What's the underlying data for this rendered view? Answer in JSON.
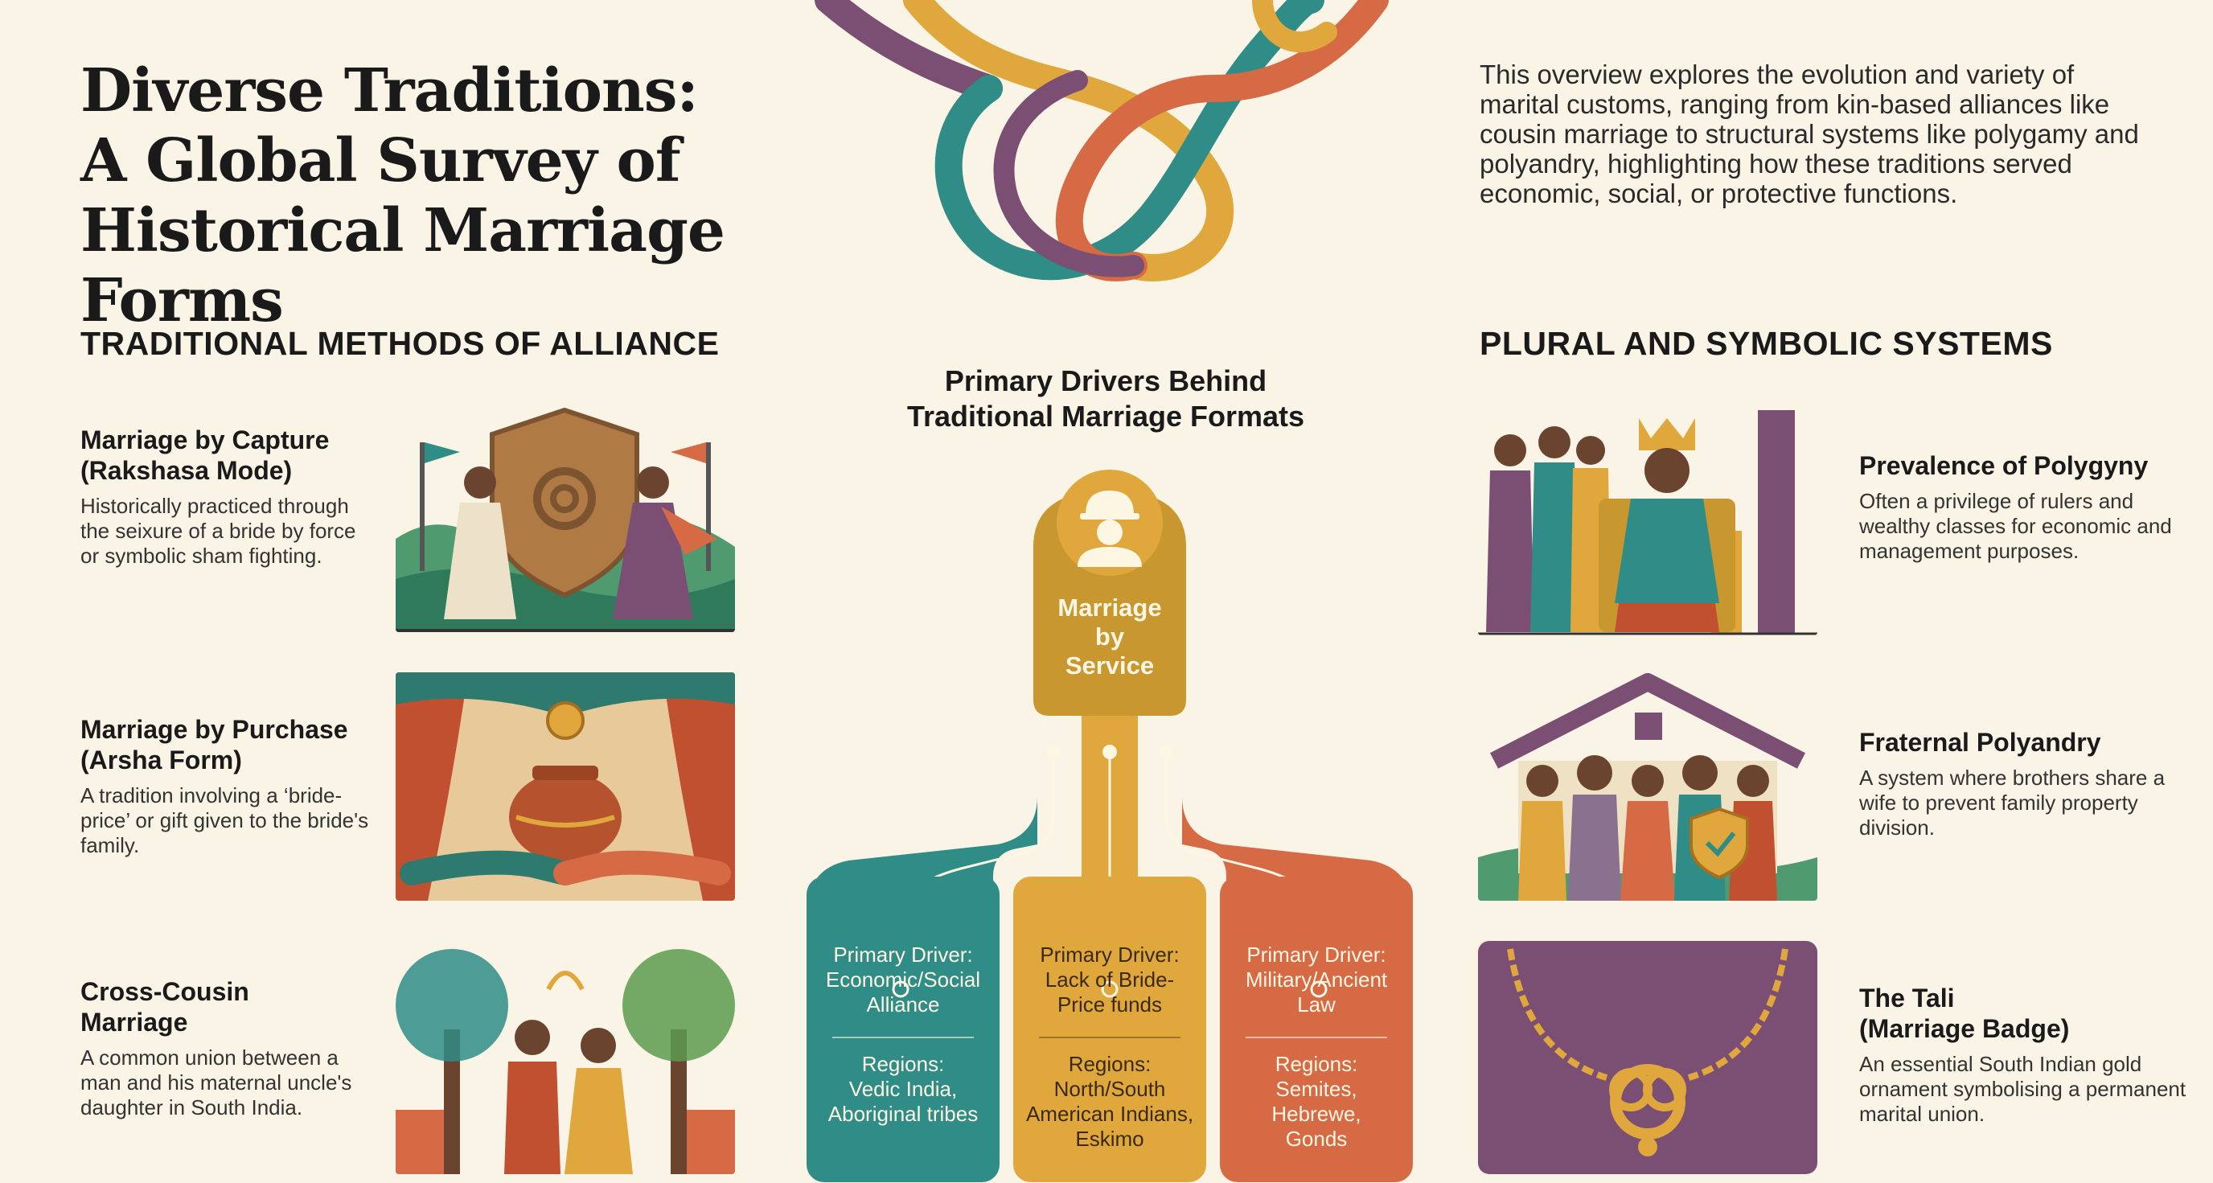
{
  "header": {
    "title_lines": [
      "Diverse Traditions:",
      "A Global Survey of",
      "Historical Marriage Forms"
    ],
    "intro": "This overview explores the evolution and variety of marital customs, ranging from kin-based alliances like cousin marriage to structural systems like polygamy and polyandry, highlighting how these traditions served economic, social, or protective functions."
  },
  "left_section": {
    "heading": "TRADITIONAL METHODS OF ALLIANCE",
    "items": [
      {
        "title_lines": [
          "Marriage by Capture",
          "(Rakshasa Mode)"
        ],
        "description": "Historically practiced through the seixure of a bride by force or symbolic sham fighting.",
        "icon": "shield-knot-icon"
      },
      {
        "title_lines": [
          "Marriage by Purchase",
          "(Arsha Form)"
        ],
        "description": "A tradition involving a ‘bride-price’ or gift given to the bride's family.",
        "icon": "gift-pot-icon"
      },
      {
        "title_lines": [
          "Cross-Cousin",
          "Marriage"
        ],
        "description": "A common union between a man and his maternal uncle's daughter in South India.",
        "icon": "couple-trees-icon"
      }
    ]
  },
  "right_section": {
    "heading": "PLURAL AND SYMBOLIC SYSTEMS",
    "items": [
      {
        "title_lines": [
          "Prevalence of Polygyny"
        ],
        "description": "Often a privilege of rulers and wealthy classes for economic and management purposes.",
        "icon": "king-wives-icon"
      },
      {
        "title_lines": [
          "Fraternal Polyandry"
        ],
        "description": "A system where brothers share a wife to prevent family property division.",
        "icon": "house-family-icon"
      },
      {
        "title_lines": [
          "The Tali",
          "(Marriage Badge)"
        ],
        "description": "An essential South Indian gold ornament symbolising a permanent marital union.",
        "icon": "gold-necklace-icon"
      }
    ]
  },
  "center_chart": {
    "title_lines": [
      "Primary Drivers Behind",
      "Traditional Marriage Formats"
    ],
    "root_label_lines": [
      "Marriage",
      "by",
      "Service"
    ],
    "root_icon": "worker-icon",
    "cards": [
      {
        "driver_lines": [
          "Primary Driver:",
          "Economic/Social",
          "Alliance"
        ],
        "region_lines": [
          "Regions:",
          "Vedic India,",
          "Aboriginal tribes"
        ],
        "color": "#2f8c86"
      },
      {
        "driver_lines": [
          "Primary Driver:",
          "Lack of Bride-",
          "Price funds"
        ],
        "region_lines": [
          "Regions:",
          "North/South",
          "American Indians,",
          "Eskimo"
        ],
        "color": "#e0a73c"
      },
      {
        "driver_lines": [
          "Primary Driver:",
          "Military/Ancient",
          "Law"
        ],
        "region_lines": [
          "Regions:",
          "Semites,",
          "Hebrewe,",
          "Gonds"
        ],
        "color": "#d56a45"
      }
    ]
  },
  "colors": {
    "background": "#f9f4e6",
    "teal": "#2f8c86",
    "gold": "#e0a73c",
    "terracotta": "#d56a45",
    "plum": "#7b4f74",
    "root": "#c9972f"
  }
}
